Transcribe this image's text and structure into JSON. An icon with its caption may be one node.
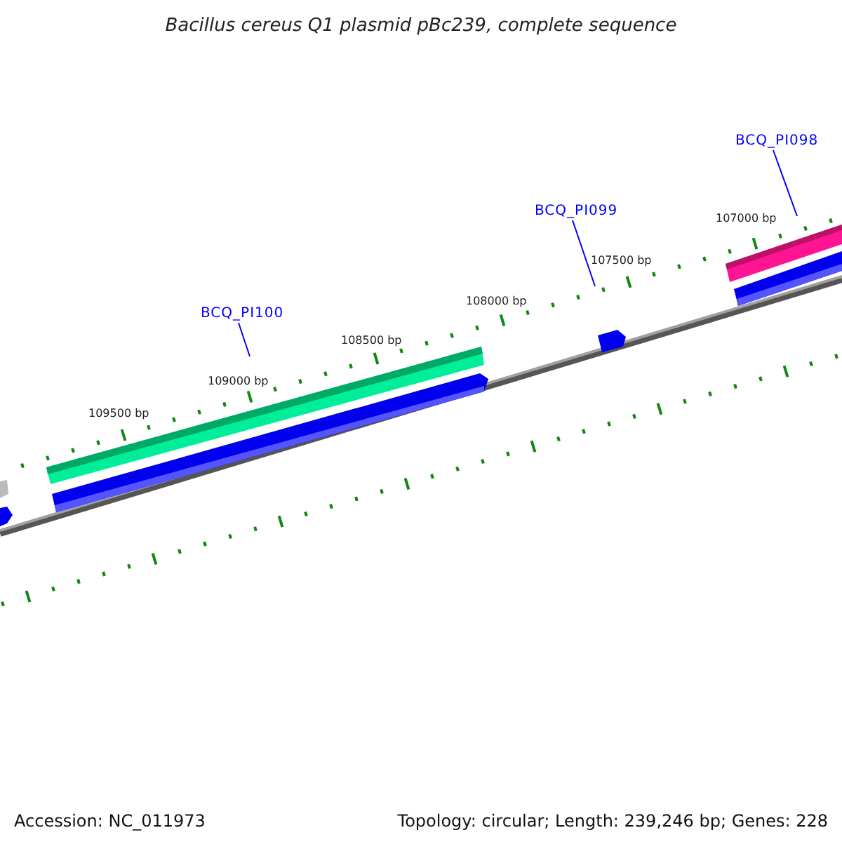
{
  "diagram": {
    "title": "Bacillus cereus Q1 plasmid pBc239, complete sequence",
    "nodes": [
      {
        "text": [
          "BCQ_PI098"
        ]
      },
      {
        "text": [
          "BCQ_PI099"
        ]
      },
      {
        "text": [
          "BCQ_PI100"
        ]
      }
    ],
    "edges": [
      {
        "from": 0,
        "to": null,
        "arrow": "none"
      },
      {
        "from": 1,
        "to": null,
        "arrow": "none"
      },
      {
        "from": 2,
        "to": null,
        "arrow": "none"
      }
    ],
    "labels": [
      "107000 bp",
      "107500 bp",
      "108000 bp",
      "108500 bp",
      "109000 bp",
      "109500 bp",
      "Accession: NC_011973",
      "Topology: circular; Length: 239,246 bp; Genes: 228"
    ]
  }
}
